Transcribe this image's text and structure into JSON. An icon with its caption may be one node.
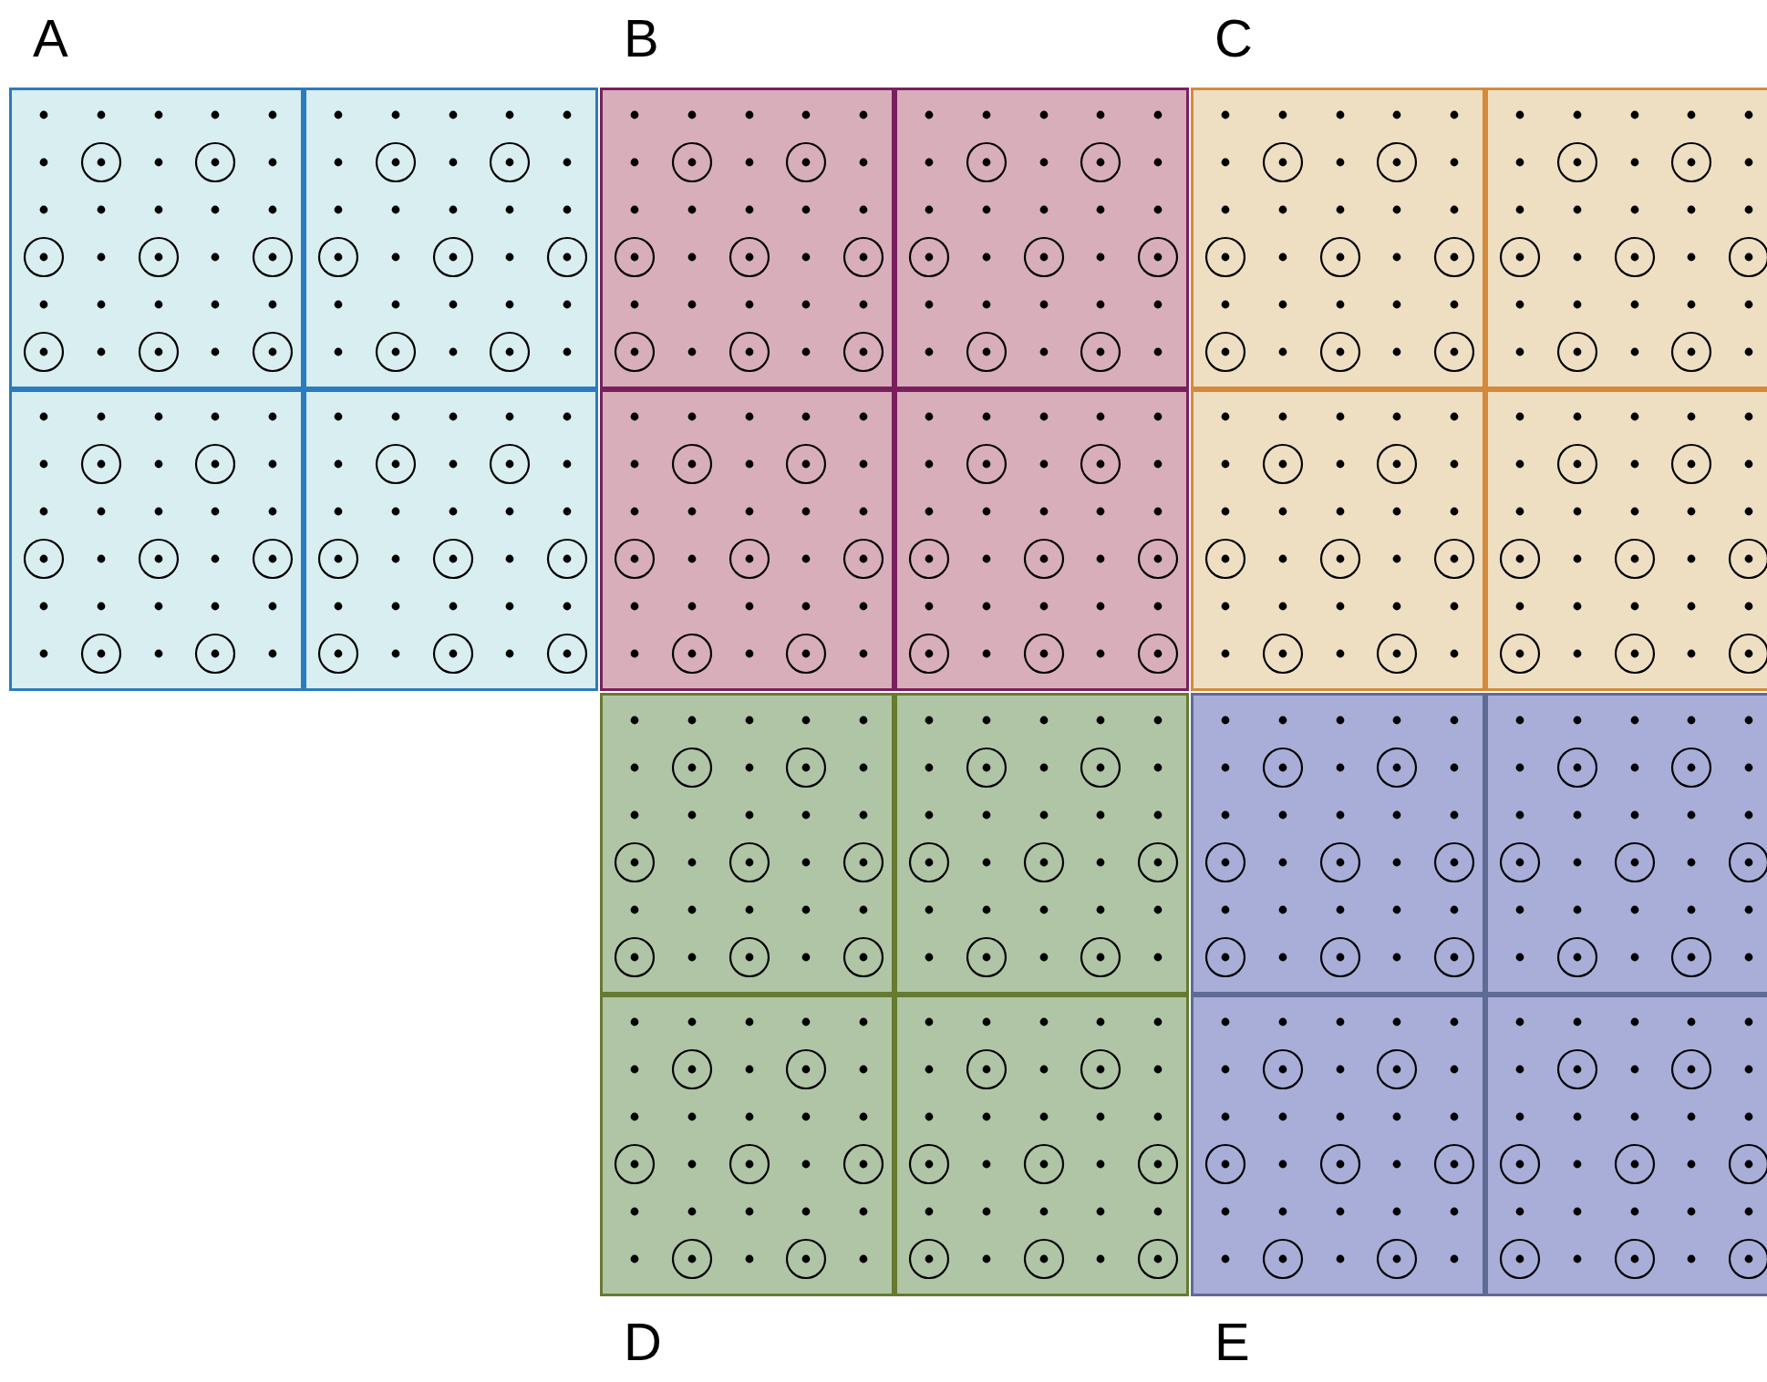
{
  "diagram": {
    "nodes": [
      {
        "text": [
          "A"
        ]
      },
      {
        "text": [
          "B"
        ]
      },
      {
        "text": [
          "C"
        ]
      },
      {
        "text": [
          "D"
        ]
      },
      {
        "text": [
          "E"
        ]
      }
    ]
  }
}
